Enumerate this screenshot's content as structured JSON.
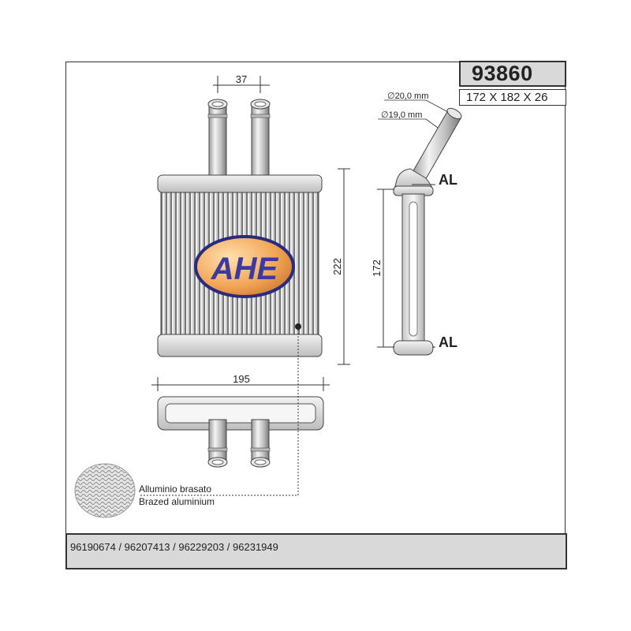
{
  "header": {
    "code": "93860",
    "dimensions": "172 X 182 X 26"
  },
  "logo": {
    "text": "AHE",
    "colors": {
      "oval": "#f0a050",
      "ring": "#2a2a80",
      "text": "#3a3aa0"
    }
  },
  "drawing": {
    "pipe_spacing": "37",
    "height_core": "222",
    "width_core": "195",
    "side_height": "172",
    "outer_diameter": "∅20,0 mm",
    "inner_diameter": "∅19,0 mm",
    "material_top": "AL",
    "material_bottom": "AL"
  },
  "legend": {
    "line1": "Alluminio brasato",
    "line2": "Brazed aluminium"
  },
  "oem_numbers": "96190674 / 96207413 / 96229203 / 96231949"
}
